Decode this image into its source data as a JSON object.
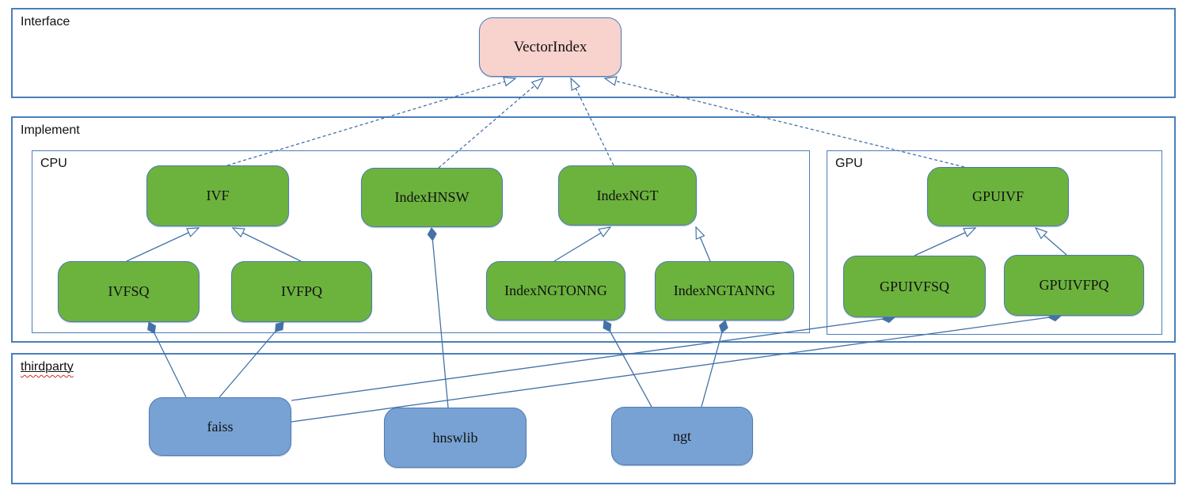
{
  "diagram": {
    "type": "uml-class-diagram",
    "containers": {
      "interface": {
        "label": "Interface"
      },
      "implement": {
        "label": "Implement"
      },
      "cpu": {
        "label": "CPU"
      },
      "gpu": {
        "label": "GPU"
      },
      "thirdparty": {
        "label": "thirdparty"
      }
    },
    "nodes": {
      "vectorindex": {
        "label": "VectorIndex",
        "fill": "pink",
        "group": "interface"
      },
      "ivf": {
        "label": "IVF",
        "fill": "green",
        "group": "cpu"
      },
      "indexhnsw": {
        "label": "IndexHNSW",
        "fill": "green",
        "group": "cpu"
      },
      "indexngt": {
        "label": "IndexNGT",
        "fill": "green",
        "group": "cpu"
      },
      "ivfsq": {
        "label": "IVFSQ",
        "fill": "green",
        "group": "cpu"
      },
      "ivfpq": {
        "label": "IVFPQ",
        "fill": "green",
        "group": "cpu"
      },
      "indexngtonng": {
        "label": "IndexNGTONNG",
        "fill": "green",
        "group": "cpu"
      },
      "indexngtanng": {
        "label": "IndexNGTANNG",
        "fill": "green",
        "group": "cpu"
      },
      "gpuivf": {
        "label": "GPUIVF",
        "fill": "green",
        "group": "gpu"
      },
      "gpuivfsq": {
        "label": "GPUIVFSQ",
        "fill": "green",
        "group": "gpu"
      },
      "gpuivfpq": {
        "label": "GPUIVFPQ",
        "fill": "green",
        "group": "gpu"
      },
      "faiss": {
        "label": "faiss",
        "fill": "blue",
        "group": "thirdparty"
      },
      "hnswlib": {
        "label": "hnswlib",
        "fill": "blue",
        "group": "thirdparty"
      },
      "ngt": {
        "label": "ngt",
        "fill": "blue",
        "group": "thirdparty"
      }
    },
    "edges": [
      {
        "from": "IVF",
        "to": "VectorIndex",
        "type": "realization"
      },
      {
        "from": "IndexHNSW",
        "to": "VectorIndex",
        "type": "realization"
      },
      {
        "from": "IndexNGT",
        "to": "VectorIndex",
        "type": "realization"
      },
      {
        "from": "GPUIVF",
        "to": "VectorIndex",
        "type": "realization"
      },
      {
        "from": "IVFSQ",
        "to": "IVF",
        "type": "generalization"
      },
      {
        "from": "IVFPQ",
        "to": "IVF",
        "type": "generalization"
      },
      {
        "from": "IndexNGTONNG",
        "to": "IndexNGT",
        "type": "generalization"
      },
      {
        "from": "IndexNGTANNG",
        "to": "IndexNGT",
        "type": "generalization"
      },
      {
        "from": "GPUIVFSQ",
        "to": "GPUIVF",
        "type": "generalization"
      },
      {
        "from": "GPUIVFPQ",
        "to": "GPUIVF",
        "type": "generalization"
      },
      {
        "from": "IVFSQ",
        "to": "faiss",
        "type": "composition"
      },
      {
        "from": "IVFPQ",
        "to": "faiss",
        "type": "composition"
      },
      {
        "from": "GPUIVFSQ",
        "to": "faiss",
        "type": "composition"
      },
      {
        "from": "GPUIVFPQ",
        "to": "faiss",
        "type": "composition"
      },
      {
        "from": "IndexHNSW",
        "to": "hnswlib",
        "type": "composition"
      },
      {
        "from": "IndexNGTONNG",
        "to": "ngt",
        "type": "composition"
      },
      {
        "from": "IndexNGTANNG",
        "to": "ngt",
        "type": "composition"
      }
    ],
    "colors": {
      "interface_node_fill": "#f8d2cd",
      "implement_node_fill": "#6cb33e",
      "thirdparty_node_fill": "#78a2d4",
      "node_border": "#4d7ab2",
      "container_border": "#4a7ebb",
      "edge_color": "#4472a8",
      "wavy_underline": "#d22a1e"
    }
  }
}
